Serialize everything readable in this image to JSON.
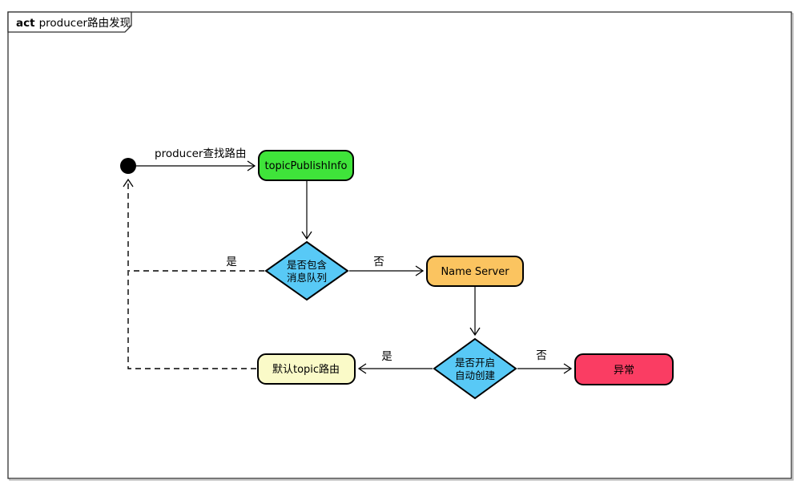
{
  "frame": {
    "keyword": "act",
    "title": "producer路由发现"
  },
  "colors": {
    "activity_green": "#3FE43A",
    "decision_blue": "#58C9F6",
    "name_server_orange": "#FBC460",
    "default_topic_cream": "#FAFAC8",
    "exception_red": "#FA3D63",
    "start_node_black": "#000000",
    "border": "#000000"
  },
  "nodes": {
    "start": {
      "type": "initial-node"
    },
    "topic_publish_info": {
      "label": "topicPublishInfo"
    },
    "decision_contains_queue": {
      "line1": "是否包含",
      "line2": "消息队列"
    },
    "name_server": {
      "label": "Name Server"
    },
    "decision_auto_create": {
      "line1": "是否开启",
      "line2": "自动创建"
    },
    "default_topic_route": {
      "label": "默认topic路由"
    },
    "exception": {
      "label": "异常"
    }
  },
  "edges": {
    "start_to_topic": {
      "label": "producer查找路由"
    },
    "queue_no": {
      "label": "否"
    },
    "queue_yes": {
      "label": "是"
    },
    "auto_yes": {
      "label": "是"
    },
    "auto_no": {
      "label": "否"
    }
  }
}
